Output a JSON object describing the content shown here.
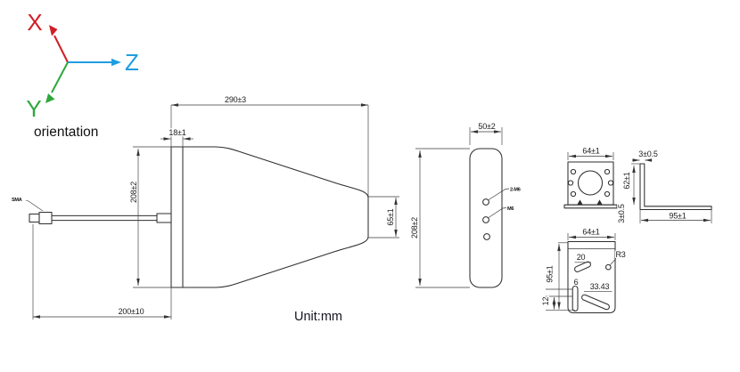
{
  "orientation": {
    "caption": "orientation",
    "x_axis": {
      "label": "X",
      "color": "#d01f26"
    },
    "y_axis": {
      "label": "Y",
      "color": "#2fa83c"
    },
    "z_axis": {
      "label": "Z",
      "color": "#1e9de0"
    }
  },
  "unit_label": "Unit:mm",
  "side_view": {
    "dim_overall_length": "290±3",
    "dim_plate_width": "18±1",
    "dim_height": "208±2",
    "dim_tip_height": "65±1",
    "dim_cable_length": "200±10",
    "connector_callout": "SMA"
  },
  "front_view": {
    "dim_width": "50±2",
    "dim_height": "208±2",
    "callout_hole_top": "2-M6",
    "callout_hole_mid": "M6"
  },
  "mount_plate_view": {
    "dim_width": "64±1",
    "dim_thickness": "3±0.5"
  },
  "bracket_side_view": {
    "dim_thickness": "3±0.5",
    "dim_height": "62±1",
    "dim_length": "95±1"
  },
  "bracket_back_view": {
    "dim_width": "64±1",
    "dim_slot_top": "20",
    "dim_corner_radius": "R3",
    "dim_slot_bottom": "33.43",
    "dim_slot_width": "6",
    "dim_height": "95±1",
    "dim_offset": "12"
  }
}
